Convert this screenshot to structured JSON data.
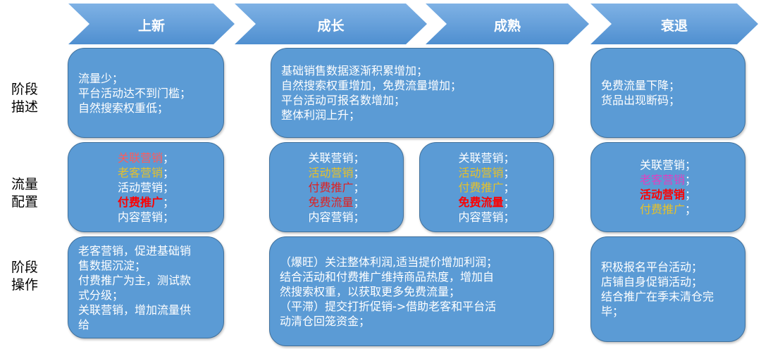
{
  "stages": [
    "上新",
    "成长",
    "成熟",
    "衰退"
  ],
  "row_labels": [
    [
      "阶段",
      "描述"
    ],
    [
      "流量",
      "配置"
    ],
    [
      "阶段",
      "操作"
    ]
  ],
  "descriptions": {
    "launch": [
      "流量少；",
      "平台活动达不到门槛；",
      "自然搜索权重低；"
    ],
    "growth_mature": [
      "基础销售数据逐渐积累增加；",
      "自然搜索权重增加，免费流量增加；",
      "平台活动可报名数增加；",
      "整体利润上升；"
    ],
    "decline": [
      "免费流量下降；",
      "货品出现断码；"
    ]
  },
  "traffic": {
    "launch": [
      {
        "text": "关联营销",
        "color": "#ff5b5b",
        "bold": false
      },
      {
        "text": "老客营销",
        "color": "#e6c12a",
        "bold": false
      },
      {
        "text": "活动营销",
        "color": "#ffffff",
        "bold": false
      },
      {
        "text": "付费推广",
        "color": "#ff0000",
        "bold": true
      },
      {
        "text": "内容营销",
        "color": "#ffffff",
        "bold": false
      }
    ],
    "growth": [
      {
        "text": "关联营销",
        "color": "#ffffff",
        "bold": false
      },
      {
        "text": "活动营销",
        "color": "#e6c12a",
        "bold": false
      },
      {
        "text": "付费推广",
        "color": "#e02020",
        "bold": false
      },
      {
        "text": "免费流量",
        "color": "#e02020",
        "bold": false
      },
      {
        "text": "内容营销",
        "color": "#ffffff",
        "bold": false
      }
    ],
    "mature": [
      {
        "text": "关联营销",
        "color": "#ffffff",
        "bold": false
      },
      {
        "text": "活动营销",
        "color": "#e6c12a",
        "bold": false
      },
      {
        "text": "付费推广",
        "color": "#e6c12a",
        "bold": false
      },
      {
        "text": "免费流量",
        "color": "#ff0000",
        "bold": true
      },
      {
        "text": "内容营销",
        "color": "#ffffff",
        "bold": false
      }
    ],
    "decline": [
      {
        "text": "关联营销",
        "color": "#ffffff",
        "bold": false
      },
      {
        "text": "老客营销",
        "color": "#e040c0",
        "bold": false
      },
      {
        "text": "活动营销",
        "color": "#ff0000",
        "bold": true
      },
      {
        "text": "付费推广",
        "color": "#e6c12a",
        "bold": false
      }
    ],
    "separator": "；"
  },
  "operations": {
    "launch": [
      "老客营销，促进基础销",
      "售数据沉淀；",
      "付费推广为主，测试款",
      "式分级；",
      "关联营销，增加流量供",
      "给"
    ],
    "growth_mature": [
      "（爆旺）关注整体利润,适当提价增加利润；",
      "结合活动和付费推广维持商品热度，增加自",
      "然搜索权重，以获取更多免费流量；",
      "（平滞）提交打折促销->借助老客和平台活",
      "动清仓回笼资金；"
    ],
    "decline": [
      "积极报名平台活动；",
      "店铺自身促销活动；",
      "结合推广在季末清仓完",
      "毕；"
    ]
  }
}
